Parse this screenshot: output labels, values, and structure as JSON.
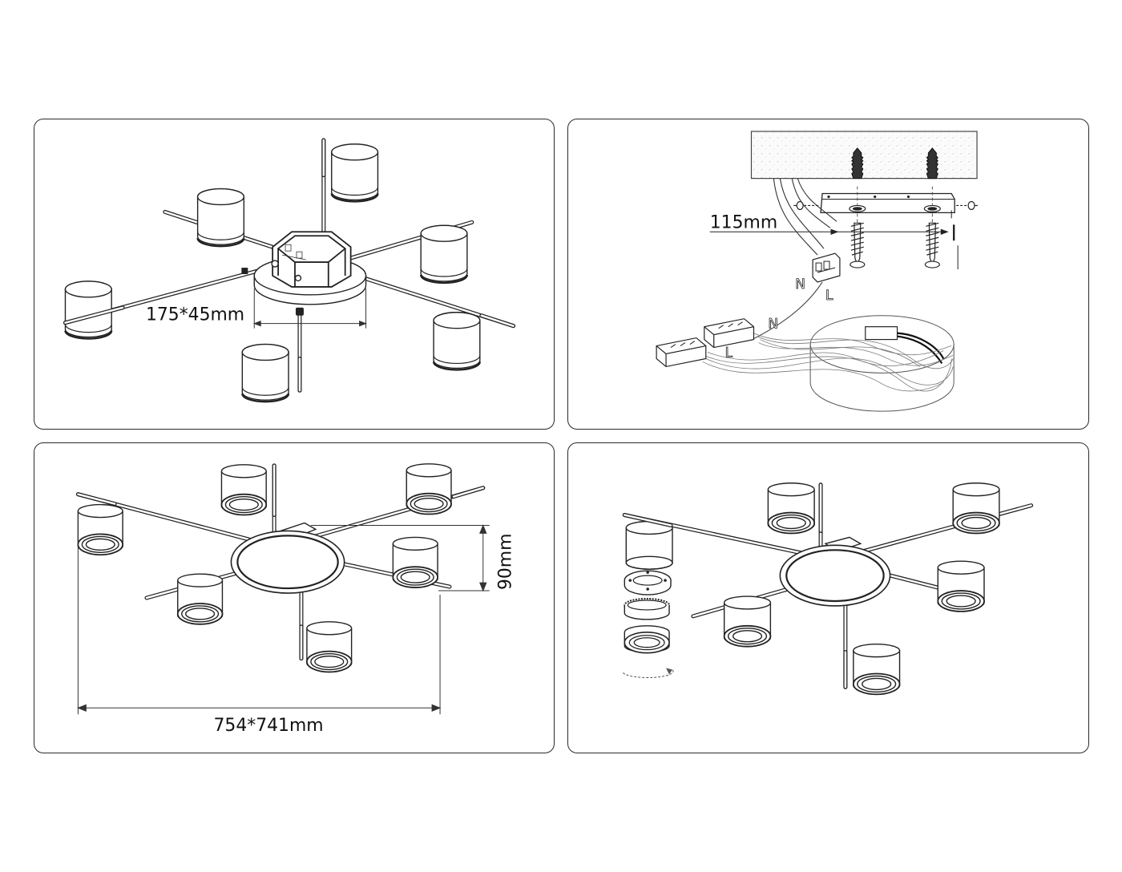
{
  "panel1": {
    "dimension_label": "175*45mm"
  },
  "panel2": {
    "dimension_label": "115mm",
    "wire_labels": [
      "N",
      "L",
      "N",
      "L"
    ]
  },
  "panel3": {
    "width_label": "754*741mm",
    "height_label": "90mm"
  },
  "panel4": {}
}
